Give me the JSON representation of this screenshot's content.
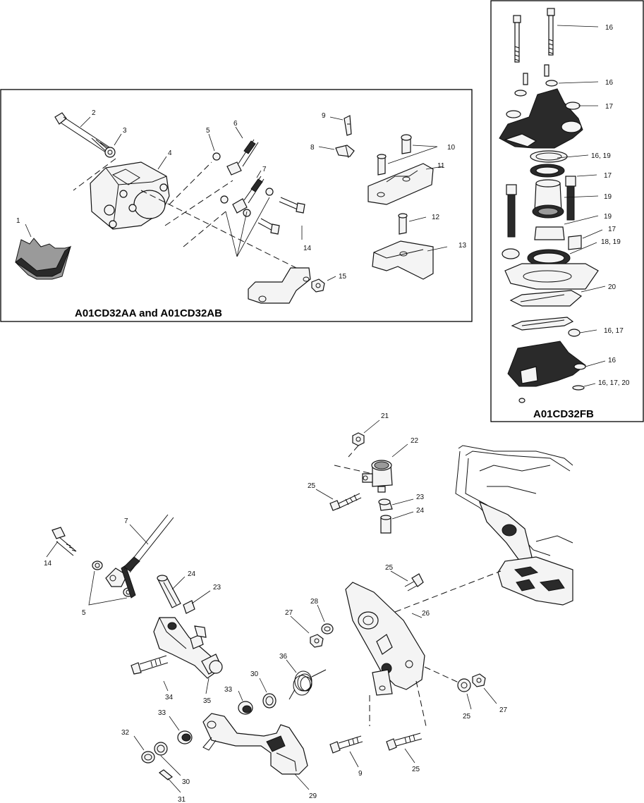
{
  "panels": {
    "caliper_aa_ab": {
      "caption": "A01CD32AA and A01CD32AB"
    },
    "caliper_fb": {
      "caption": "A01CD32FB"
    }
  },
  "callouts": {
    "p1": "1",
    "p2": "2",
    "p3": "3",
    "p4": "4",
    "p5": "5",
    "p6": "6",
    "p7": "7",
    "p8": "8",
    "p9": "9",
    "p10": "10",
    "p11": "11",
    "p12": "12",
    "p13": "13",
    "p14": "14",
    "p15": "15",
    "f16a": "16",
    "f16b": "16",
    "f17a": "17",
    "f16_19": "16, 19",
    "f17b": "17",
    "f19a": "19",
    "f19b": "19",
    "f17c": "17",
    "f18_19": "18, 19",
    "f20": "20",
    "f16_17": "16, 17",
    "f16c": "16",
    "f16_17_20": "16, 17, 20",
    "b21": "21",
    "b22": "22",
    "b25a": "25",
    "b23a": "23",
    "b24a": "24",
    "b7": "7",
    "b14": "14",
    "b5": "5",
    "b24b": "24",
    "b23b": "23",
    "b25b": "25",
    "b28": "28",
    "b27a": "27",
    "b26": "26",
    "b36": "36",
    "b34": "34",
    "b35": "35",
    "b33a": "33",
    "b30a": "30",
    "b25c": "25",
    "b27b": "27",
    "b33b": "33",
    "b32": "32",
    "b30b": "30",
    "b31": "31",
    "b29": "29",
    "b9": "9",
    "b25d": "25"
  }
}
